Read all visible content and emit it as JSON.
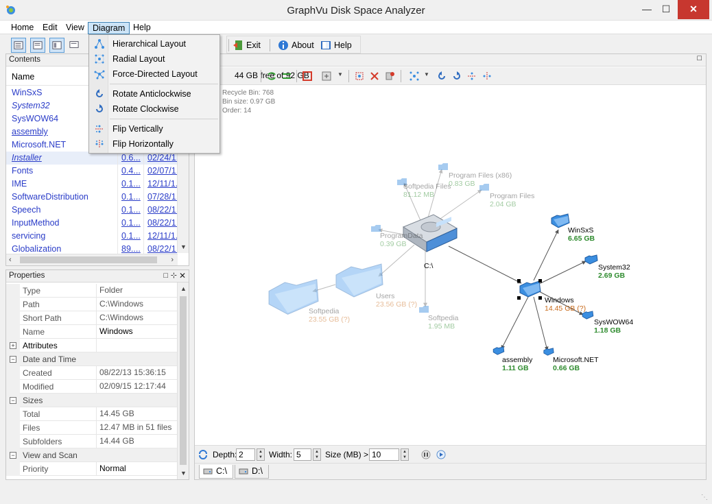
{
  "window": {
    "title": "GraphVu Disk Space Analyzer",
    "minimize": "—",
    "maximize": "☐",
    "close": "✕"
  },
  "menubar": {
    "items": [
      "Home",
      "Edit",
      "View",
      "Diagram",
      "Help"
    ],
    "active": "Diagram"
  },
  "toolbar": {
    "exit_label": "Exit",
    "about_label": "About",
    "help_label": "Help"
  },
  "diagram_menu": {
    "items": [
      {
        "label": "Hierarchical Layout",
        "icon": "hierarchical-layout-icon"
      },
      {
        "label": "Radial Layout",
        "icon": "radial-layout-icon"
      },
      {
        "label": "Force-Directed Layout",
        "icon": "force-directed-layout-icon"
      },
      {
        "label": "Rotate Anticlockwise",
        "icon": "rotate-anticlockwise-icon"
      },
      {
        "label": "Rotate Clockwise",
        "icon": "rotate-clockwise-icon"
      },
      {
        "label": "Flip Vertically",
        "icon": "flip-vertically-icon"
      },
      {
        "label": "Flip Horizontally",
        "icon": "flip-horizontally-icon"
      }
    ]
  },
  "contents": {
    "title": "Contents",
    "column_name": "Name",
    "rows": [
      {
        "name": "WinSxS",
        "size": "",
        "date": ""
      },
      {
        "name": "System32",
        "size": "",
        "date": ""
      },
      {
        "name": "SysWOW64",
        "size": "",
        "date": ""
      },
      {
        "name": "assembly",
        "size": "",
        "date": ""
      },
      {
        "name": "Microsoft.NET",
        "size": "",
        "date": ""
      },
      {
        "name": "Installer",
        "size": "0.6...",
        "date": "02/24/1..."
      },
      {
        "name": "Fonts",
        "size": "0.4...",
        "date": "02/07/1..."
      },
      {
        "name": "IME",
        "size": "0.1...",
        "date": "12/11/1..."
      },
      {
        "name": "SoftwareDistribution",
        "size": "0.1...",
        "date": "07/28/1..."
      },
      {
        "name": "Speech",
        "size": "0.1...",
        "date": "08/22/1..."
      },
      {
        "name": "InputMethod",
        "size": "0.1...",
        "date": "08/22/1..."
      },
      {
        "name": "servicing",
        "size": "0.1...",
        "date": "12/11/1..."
      },
      {
        "name": "Globalization",
        "size": "89....",
        "date": "08/22/1..."
      }
    ],
    "selected_row": "Installer"
  },
  "properties": {
    "title": "Properties",
    "rows": [
      {
        "key": "Type",
        "value": "Folder",
        "kind": "prop"
      },
      {
        "key": "Path",
        "value": "C:\\Windows",
        "kind": "prop"
      },
      {
        "key": "Short Path",
        "value": "C:\\Windows",
        "kind": "prop"
      },
      {
        "key": "Name",
        "value": "Windows",
        "kind": "prop"
      },
      {
        "key": "Attributes",
        "value": "",
        "kind": "collapsed"
      },
      {
        "key": "Date and Time",
        "value": "",
        "kind": "category"
      },
      {
        "key": "Created",
        "value": "08/22/13 15:36:15",
        "kind": "prop"
      },
      {
        "key": "Modified",
        "value": "02/09/15 12:17:44",
        "kind": "prop"
      },
      {
        "key": "Sizes",
        "value": "",
        "kind": "category"
      },
      {
        "key": "Total",
        "value": "14.45 GB",
        "kind": "prop"
      },
      {
        "key": "Files",
        "value": "12.47 MB in 51 files",
        "kind": "prop"
      },
      {
        "key": "Subfolders",
        "value": "14.44 GB",
        "kind": "prop"
      },
      {
        "key": "View and Scan",
        "value": "",
        "kind": "category"
      },
      {
        "key": "Priority",
        "value": "Normal",
        "kind": "prop"
      }
    ]
  },
  "main": {
    "drive_info": "44 GB free of 92 GB",
    "info_lines": [
      "Recycle Bin: 768",
      "Bin size: 0.97 GB",
      "Order: 14"
    ],
    "nodes": [
      {
        "id": "c-drive",
        "label": "C:\\",
        "size": ""
      },
      {
        "id": "program-files-x86",
        "label": "Program Files (x86)",
        "size": "0.83 GB"
      },
      {
        "id": "softpedia-files",
        "label": "Softpedia Files",
        "size": "81.12 MB"
      },
      {
        "id": "program-files",
        "label": "Program Files",
        "size": "2.04 GB"
      },
      {
        "id": "program-data",
        "label": "ProgramData",
        "size": "0.39 GB"
      },
      {
        "id": "users",
        "label": "Users",
        "size": "23.56 GB (?)"
      },
      {
        "id": "softpedia-big",
        "label": "Softpedia",
        "size": "23.55 GB (?)"
      },
      {
        "id": "softpedia-small",
        "label": "Softpedia",
        "size": "1.95 MB"
      },
      {
        "id": "windows",
        "label": "Windows",
        "size": "14.45 GB (?)"
      },
      {
        "id": "winsxs",
        "label": "WinSxS",
        "size": "6.65 GB"
      },
      {
        "id": "system32",
        "label": "System32",
        "size": "2.69 GB"
      },
      {
        "id": "syswow64",
        "label": "SysWOW64",
        "size": "1.18 GB"
      },
      {
        "id": "assembly",
        "label": "assembly",
        "size": "1.11 GB"
      },
      {
        "id": "microsoft-net",
        "label": "Microsoft.NET",
        "size": "0.66 GB"
      }
    ],
    "depth_label": "Depth:",
    "depth_value": "2",
    "width_label": "Width:",
    "width_value": "5",
    "size_label": "Size (MB) >",
    "size_value": "10",
    "tabs": [
      "C:\\",
      "D:\\"
    ],
    "active_tab": "C:\\"
  },
  "colors": {
    "link_blue": "#2a3cc8",
    "green_size": "#2e8b2e",
    "orange_size": "#c86a1a",
    "folder_blue": "#3b8ee0",
    "close_red": "#c7372f"
  }
}
